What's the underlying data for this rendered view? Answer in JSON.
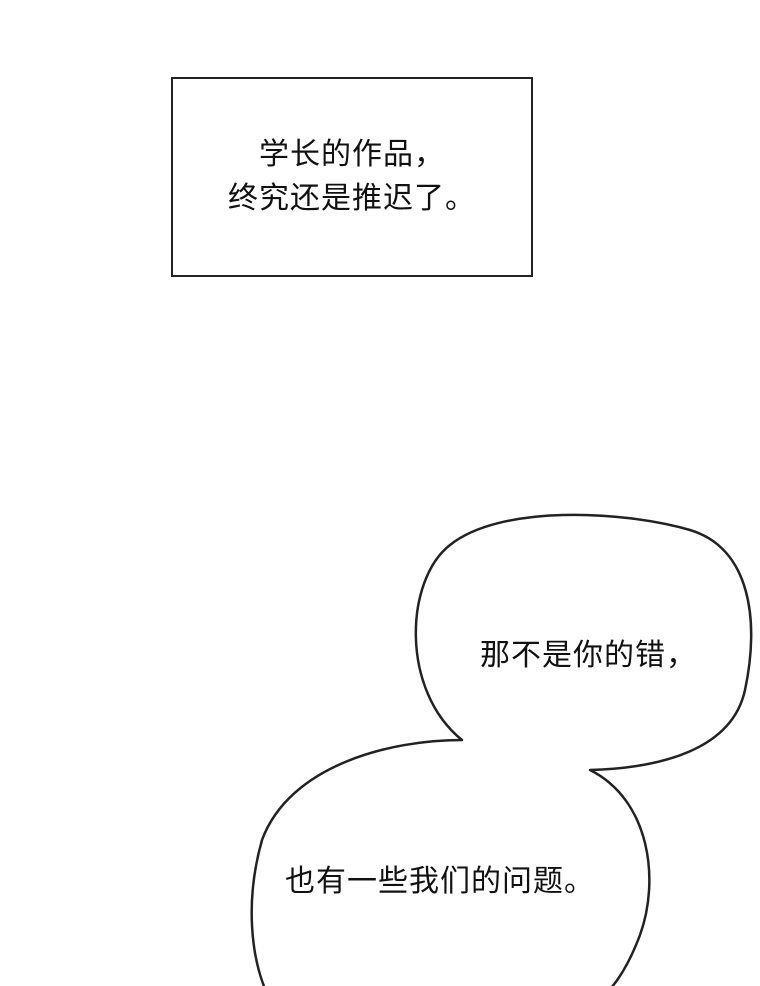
{
  "panel": {
    "background": "#ffffff",
    "ink_color": "#111111"
  },
  "narration": {
    "lines": [
      "学长的作品，",
      "终究还是推迟了。"
    ]
  },
  "speech_bubble": {
    "lines": [
      "那不是你的错，",
      "也有一些我们的问题。"
    ]
  }
}
